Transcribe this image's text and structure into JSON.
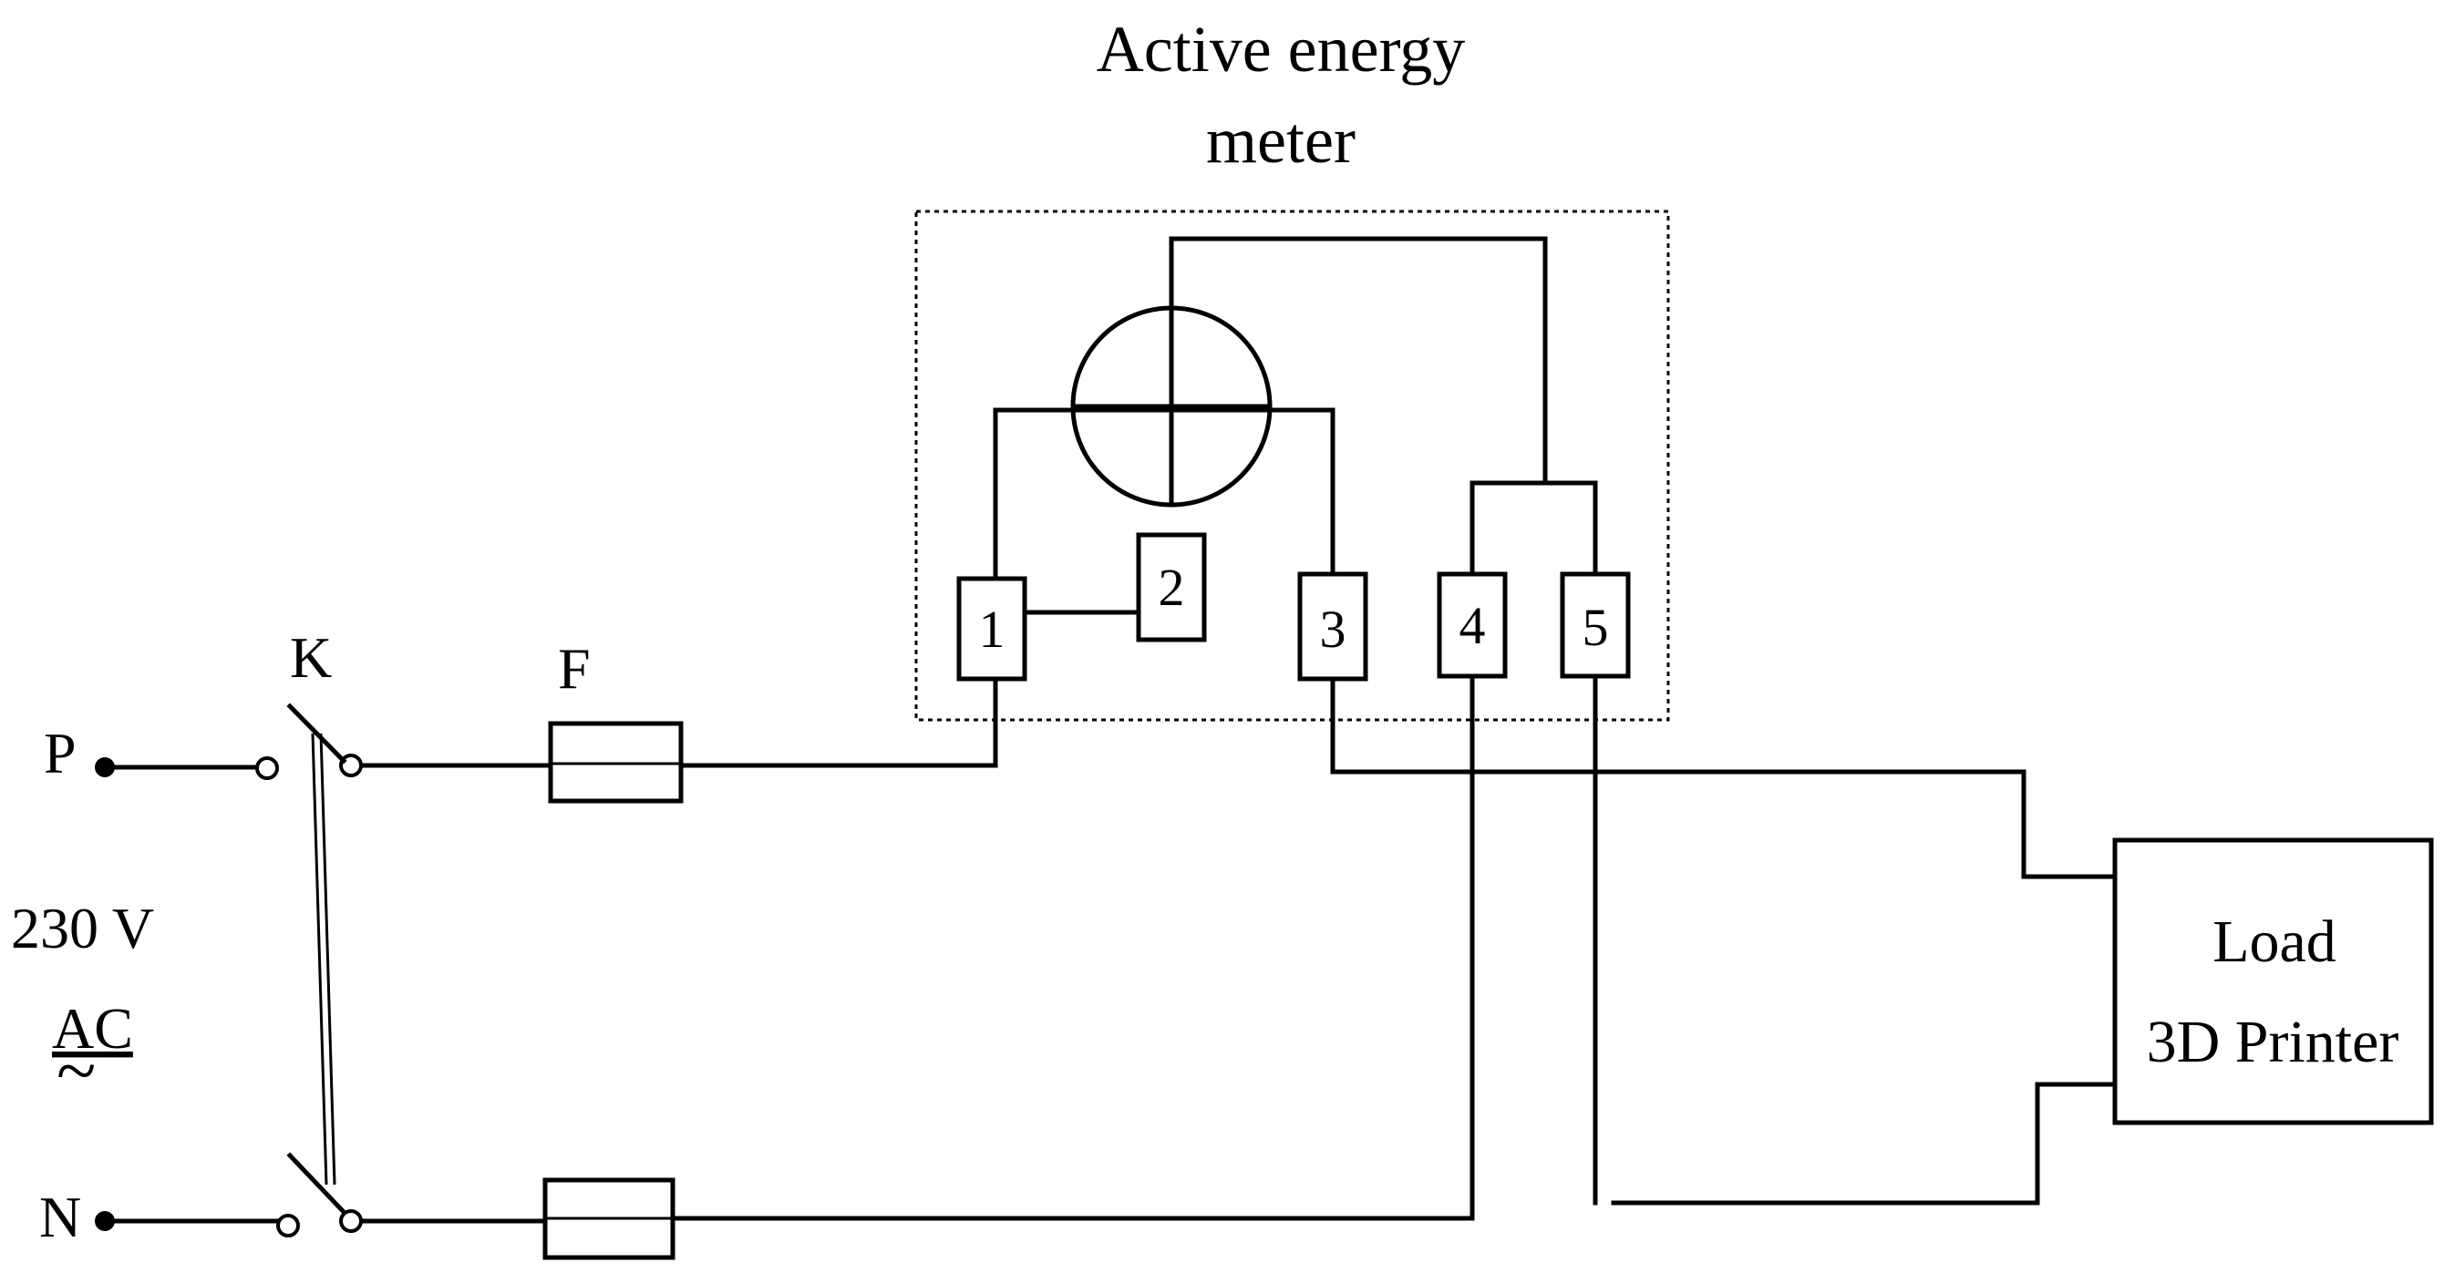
{
  "title": [
    "Active energy",
    "meter"
  ],
  "switch_label": "K",
  "fuse_label": "F",
  "phase_label": "P",
  "neutral_label": "N",
  "voltage_label": "230 V",
  "ac_label": "AC",
  "ac_symbol": "~",
  "terminals": [
    "1",
    "2",
    "3",
    "4",
    "5"
  ],
  "load": {
    "line1": "Load",
    "line2": "3D Printer"
  }
}
